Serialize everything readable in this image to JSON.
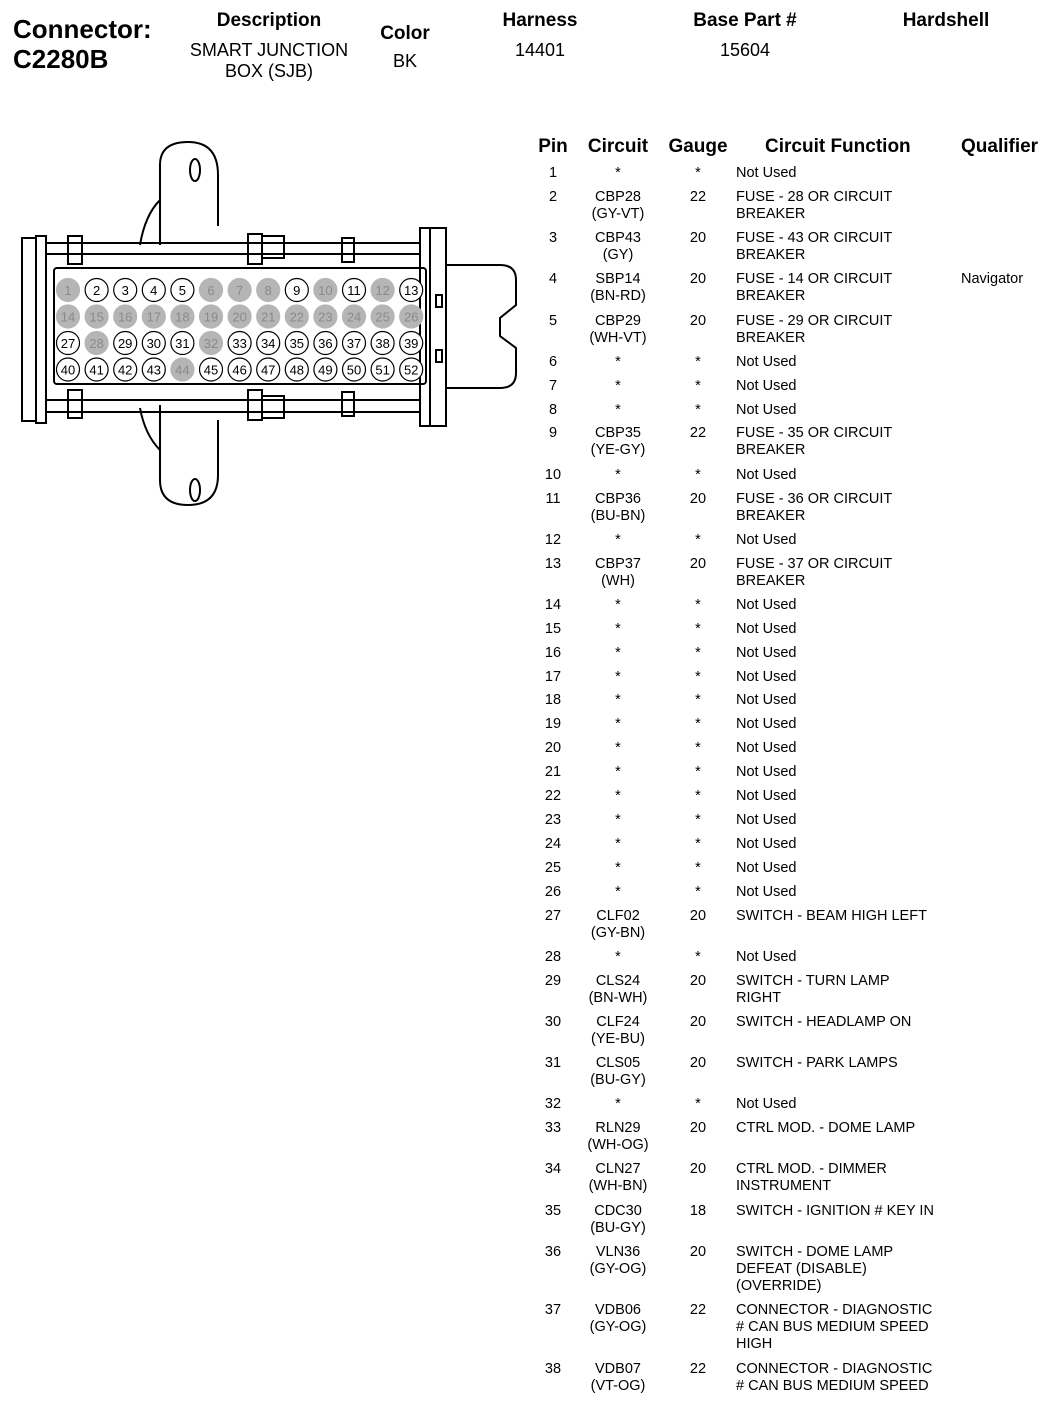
{
  "header": {
    "connector_label": "Connector:",
    "connector_id": "C2280B",
    "description_label": "Description",
    "description_value": "SMART JUNCTION BOX (SJB)",
    "color_label": "Color",
    "color_value": "BK",
    "harness_label": "Harness",
    "harness_value": "14401",
    "base_part_label": "Base Part #",
    "base_part_value": "15604",
    "hardshell_label": "Hardshell"
  },
  "table": {
    "headers": {
      "pin": "Pin",
      "circuit": "Circuit",
      "gauge": "Gauge",
      "function": "Circuit Function",
      "qualifier": "Qualifier"
    },
    "rows": [
      {
        "pin": "1",
        "circuit": "*",
        "gauge": "*",
        "function": "Not Used",
        "qualifier": ""
      },
      {
        "pin": "2",
        "circuit": "CBP28\n(GY-VT)",
        "gauge": "22",
        "function": "FUSE - 28 OR CIRCUIT\nBREAKER",
        "qualifier": ""
      },
      {
        "pin": "3",
        "circuit": "CBP43\n(GY)",
        "gauge": "20",
        "function": "FUSE - 43 OR CIRCUIT\nBREAKER",
        "qualifier": ""
      },
      {
        "pin": "4",
        "circuit": "SBP14\n(BN-RD)",
        "gauge": "20",
        "function": "FUSE - 14 OR CIRCUIT\nBREAKER",
        "qualifier": "Navigator"
      },
      {
        "pin": "5",
        "circuit": "CBP29\n(WH-VT)",
        "gauge": "20",
        "function": "FUSE - 29 OR CIRCUIT\nBREAKER",
        "qualifier": ""
      },
      {
        "pin": "6",
        "circuit": "*",
        "gauge": "*",
        "function": "Not Used",
        "qualifier": ""
      },
      {
        "pin": "7",
        "circuit": "*",
        "gauge": "*",
        "function": "Not Used",
        "qualifier": ""
      },
      {
        "pin": "8",
        "circuit": "*",
        "gauge": "*",
        "function": "Not Used",
        "qualifier": ""
      },
      {
        "pin": "9",
        "circuit": "CBP35\n(YE-GY)",
        "gauge": "22",
        "function": "FUSE - 35 OR CIRCUIT\nBREAKER",
        "qualifier": ""
      },
      {
        "pin": "10",
        "circuit": "*",
        "gauge": "*",
        "function": "Not Used",
        "qualifier": ""
      },
      {
        "pin": "11",
        "circuit": "CBP36\n(BU-BN)",
        "gauge": "20",
        "function": "FUSE - 36 OR CIRCUIT\nBREAKER",
        "qualifier": ""
      },
      {
        "pin": "12",
        "circuit": "*",
        "gauge": "*",
        "function": "Not Used",
        "qualifier": ""
      },
      {
        "pin": "13",
        "circuit": "CBP37\n(WH)",
        "gauge": "20",
        "function": "FUSE - 37 OR CIRCUIT\nBREAKER",
        "qualifier": ""
      },
      {
        "pin": "14",
        "circuit": "*",
        "gauge": "*",
        "function": "Not Used",
        "qualifier": ""
      },
      {
        "pin": "15",
        "circuit": "*",
        "gauge": "*",
        "function": "Not Used",
        "qualifier": ""
      },
      {
        "pin": "16",
        "circuit": "*",
        "gauge": "*",
        "function": "Not Used",
        "qualifier": ""
      },
      {
        "pin": "17",
        "circuit": "*",
        "gauge": "*",
        "function": "Not Used",
        "qualifier": ""
      },
      {
        "pin": "18",
        "circuit": "*",
        "gauge": "*",
        "function": "Not Used",
        "qualifier": ""
      },
      {
        "pin": "19",
        "circuit": "*",
        "gauge": "*",
        "function": "Not Used",
        "qualifier": ""
      },
      {
        "pin": "20",
        "circuit": "*",
        "gauge": "*",
        "function": "Not Used",
        "qualifier": ""
      },
      {
        "pin": "21",
        "circuit": "*",
        "gauge": "*",
        "function": "Not Used",
        "qualifier": ""
      },
      {
        "pin": "22",
        "circuit": "*",
        "gauge": "*",
        "function": "Not Used",
        "qualifier": ""
      },
      {
        "pin": "23",
        "circuit": "*",
        "gauge": "*",
        "function": "Not Used",
        "qualifier": ""
      },
      {
        "pin": "24",
        "circuit": "*",
        "gauge": "*",
        "function": "Not Used",
        "qualifier": ""
      },
      {
        "pin": "25",
        "circuit": "*",
        "gauge": "*",
        "function": "Not Used",
        "qualifier": ""
      },
      {
        "pin": "26",
        "circuit": "*",
        "gauge": "*",
        "function": "Not Used",
        "qualifier": ""
      },
      {
        "pin": "27",
        "circuit": "CLF02\n(GY-BN)",
        "gauge": "20",
        "function": "SWITCH - BEAM HIGH LEFT",
        "qualifier": ""
      },
      {
        "pin": "28",
        "circuit": "*",
        "gauge": "*",
        "function": "Not Used",
        "qualifier": ""
      },
      {
        "pin": "29",
        "circuit": "CLS24\n(BN-WH)",
        "gauge": "20",
        "function": "SWITCH - TURN LAMP\nRIGHT",
        "qualifier": ""
      },
      {
        "pin": "30",
        "circuit": "CLF24\n(YE-BU)",
        "gauge": "20",
        "function": "SWITCH - HEADLAMP ON",
        "qualifier": ""
      },
      {
        "pin": "31",
        "circuit": "CLS05\n(BU-GY)",
        "gauge": "20",
        "function": "SWITCH - PARK LAMPS",
        "qualifier": ""
      },
      {
        "pin": "32",
        "circuit": "*",
        "gauge": "*",
        "function": "Not Used",
        "qualifier": ""
      },
      {
        "pin": "33",
        "circuit": "RLN29\n(WH-OG)",
        "gauge": "20",
        "function": "CTRL MOD. - DOME LAMP",
        "qualifier": ""
      },
      {
        "pin": "34",
        "circuit": "CLN27\n(WH-BN)",
        "gauge": "20",
        "function": "CTRL MOD. - DIMMER\nINSTRUMENT",
        "qualifier": ""
      },
      {
        "pin": "35",
        "circuit": "CDC30\n(BU-GY)",
        "gauge": "18",
        "function": "SWITCH - IGNITION # KEY IN",
        "qualifier": ""
      },
      {
        "pin": "36",
        "circuit": "VLN36\n(GY-OG)",
        "gauge": "20",
        "function": "SWITCH - DOME LAMP\nDEFEAT (DISABLE)\n(OVERRIDE)",
        "qualifier": ""
      },
      {
        "pin": "37",
        "circuit": "VDB06\n(GY-OG)",
        "gauge": "22",
        "function": "CONNECTOR - DIAGNOSTIC\n# CAN BUS MEDIUM SPEED\nHIGH",
        "qualifier": ""
      },
      {
        "pin": "38",
        "circuit": "VDB07\n(VT-OG)",
        "gauge": "22",
        "function": "CONNECTOR - DIAGNOSTIC\n# CAN BUS MEDIUM SPEED",
        "qualifier": ""
      }
    ]
  },
  "connector_diagram": {
    "pin_rows": [
      [
        "1",
        "2",
        "3",
        "4",
        "5",
        "6",
        "7",
        "8",
        "9",
        "10",
        "11",
        "12",
        "13"
      ],
      [
        "14",
        "15",
        "16",
        "17",
        "18",
        "19",
        "20",
        "21",
        "22",
        "23",
        "24",
        "25",
        "26"
      ],
      [
        "27",
        "28",
        "29",
        "30",
        "31",
        "32",
        "33",
        "34",
        "35",
        "36",
        "37",
        "38",
        "39"
      ],
      [
        "40",
        "41",
        "42",
        "43",
        "44",
        "45",
        "46",
        "47",
        "48",
        "49",
        "50",
        "51",
        "52"
      ]
    ],
    "unused_pins": [
      "1",
      "6",
      "7",
      "8",
      "10",
      "12",
      "14",
      "15",
      "16",
      "17",
      "18",
      "19",
      "20",
      "21",
      "22",
      "23",
      "24",
      "25",
      "26",
      "28",
      "32",
      "44"
    ],
    "unused_color": "#b5b5b5"
  }
}
